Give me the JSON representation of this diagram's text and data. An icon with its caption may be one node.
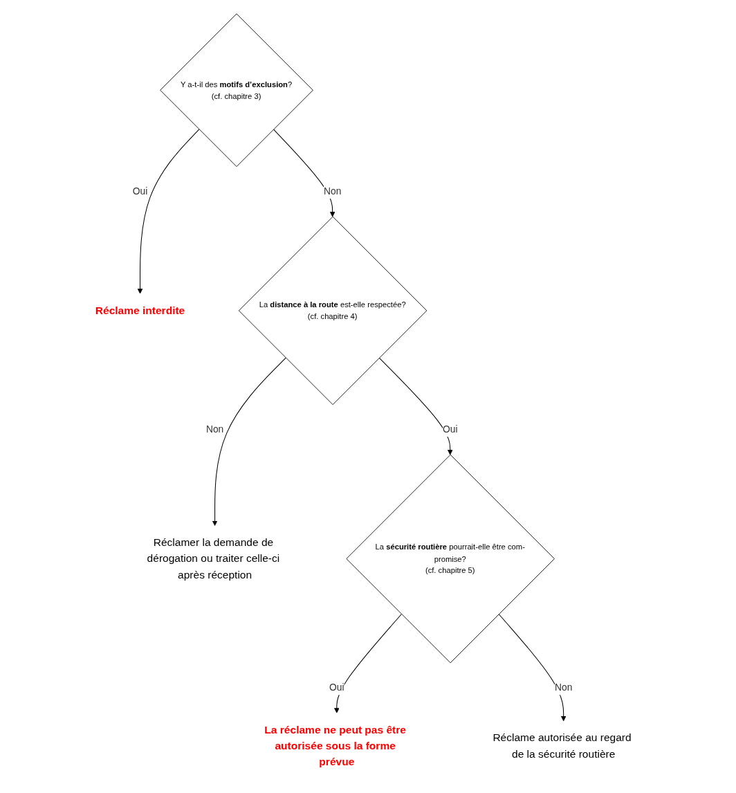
{
  "diagram": {
    "nodes": [
      {
        "text": [
          "Y a-t-il des **motifs d’exclusion**?",
          "(cf. chapitre 3)"
        ]
      },
      {
        "text": [
          "Réclame interdite"
        ]
      },
      {
        "text": [
          "La **distance à la route** est-elle respectée?",
          "(cf. chapitre 4)"
        ]
      },
      {
        "text": [
          "Réclamer la demande de dérogation ou traiter celle-ci après réception"
        ]
      },
      {
        "text": [
          "La **sécurité routière** pourrait-elle être com-promise?",
          "(cf. chapitre 5)"
        ]
      },
      {
        "text": [
          "La réclame ne peut pas être autorisée sous la forme prévue"
        ]
      },
      {
        "text": [
          "Réclame autorisée au regard de la sécurité routière"
        ]
      }
    ],
    "edges": [
      {
        "from": 0,
        "to": 1,
        "arrow": "to",
        "label": "Oui"
      },
      {
        "from": 0,
        "to": 2,
        "arrow": "to",
        "label": "Non"
      },
      {
        "from": 2,
        "to": 3,
        "arrow": "to",
        "label": "Non"
      },
      {
        "from": 2,
        "to": 4,
        "arrow": "to",
        "label": "Oui"
      },
      {
        "from": 4,
        "to": 5,
        "arrow": "to",
        "label": "Oui"
      },
      {
        "from": 4,
        "to": 6,
        "arrow": "to",
        "label": "Non"
      }
    ]
  }
}
